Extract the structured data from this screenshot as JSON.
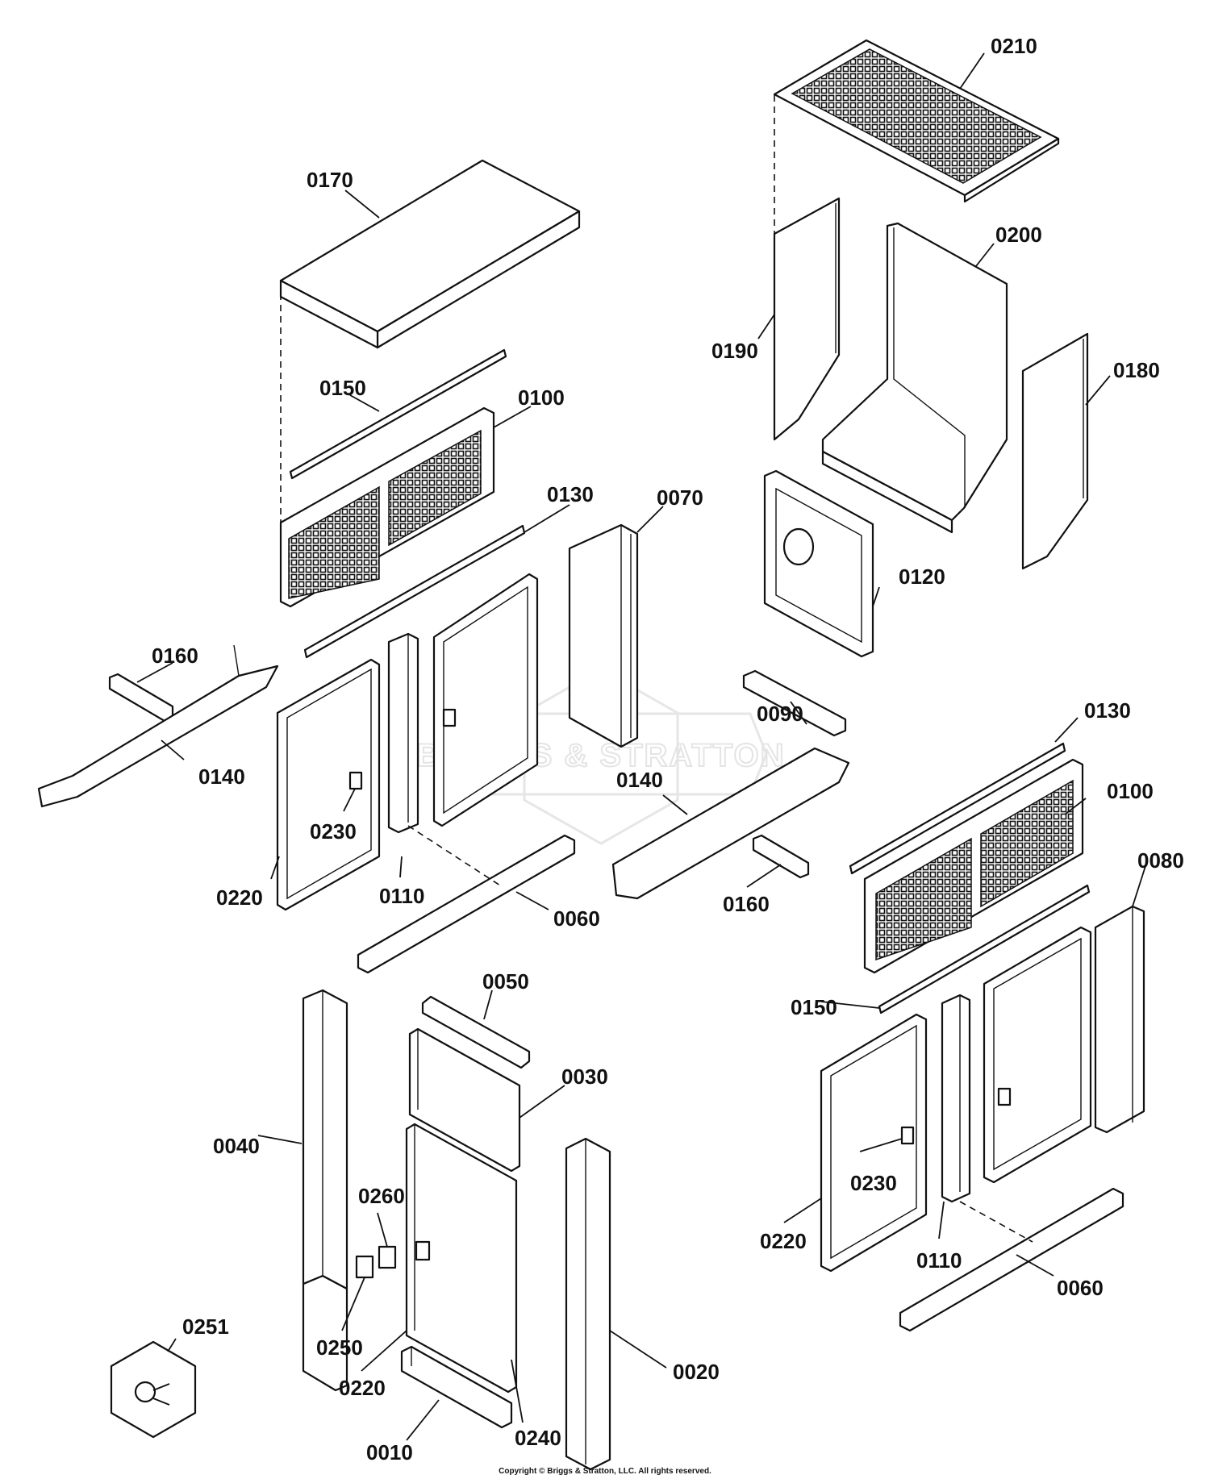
{
  "watermark": {
    "brand": "BRIGGS & STRATTON"
  },
  "copyright": "Copyright © Briggs & Stratton, LLC. All rights reserved.",
  "callouts": [
    {
      "id": "c0210",
      "text": "0210"
    },
    {
      "id": "c0170",
      "text": "0170"
    },
    {
      "id": "c0200",
      "text": "0200"
    },
    {
      "id": "c0190",
      "text": "0190"
    },
    {
      "id": "c0180",
      "text": "0180"
    },
    {
      "id": "c0150a",
      "text": "0150"
    },
    {
      "id": "c0100a",
      "text": "0100"
    },
    {
      "id": "c0130a",
      "text": "0130"
    },
    {
      "id": "c0070",
      "text": "0070"
    },
    {
      "id": "c0120",
      "text": "0120"
    },
    {
      "id": "c0160a",
      "text": "0160"
    },
    {
      "id": "c0090",
      "text": "0090"
    },
    {
      "id": "c0130b",
      "text": "0130"
    },
    {
      "id": "c0140a",
      "text": "0140"
    },
    {
      "id": "c0140b",
      "text": "0140"
    },
    {
      "id": "c0100b",
      "text": "0100"
    },
    {
      "id": "c0230a",
      "text": "0230"
    },
    {
      "id": "c0080",
      "text": "0080"
    },
    {
      "id": "c0220a",
      "text": "0220"
    },
    {
      "id": "c0110a",
      "text": "0110"
    },
    {
      "id": "c0060a",
      "text": "0060"
    },
    {
      "id": "c0160b",
      "text": "0160"
    },
    {
      "id": "c0050",
      "text": "0050"
    },
    {
      "id": "c0150b",
      "text": "0150"
    },
    {
      "id": "c0030",
      "text": "0030"
    },
    {
      "id": "c0040",
      "text": "0040"
    },
    {
      "id": "c0230b",
      "text": "0230"
    },
    {
      "id": "c0260",
      "text": "0260"
    },
    {
      "id": "c0220b",
      "text": "0220"
    },
    {
      "id": "c0110b",
      "text": "0110"
    },
    {
      "id": "c0060b",
      "text": "0060"
    },
    {
      "id": "c0251",
      "text": "0251"
    },
    {
      "id": "c0250",
      "text": "0250"
    },
    {
      "id": "c0220c",
      "text": "0220"
    },
    {
      "id": "c0020",
      "text": "0020"
    },
    {
      "id": "c0240",
      "text": "0240"
    },
    {
      "id": "c0010",
      "text": "0010"
    }
  ]
}
